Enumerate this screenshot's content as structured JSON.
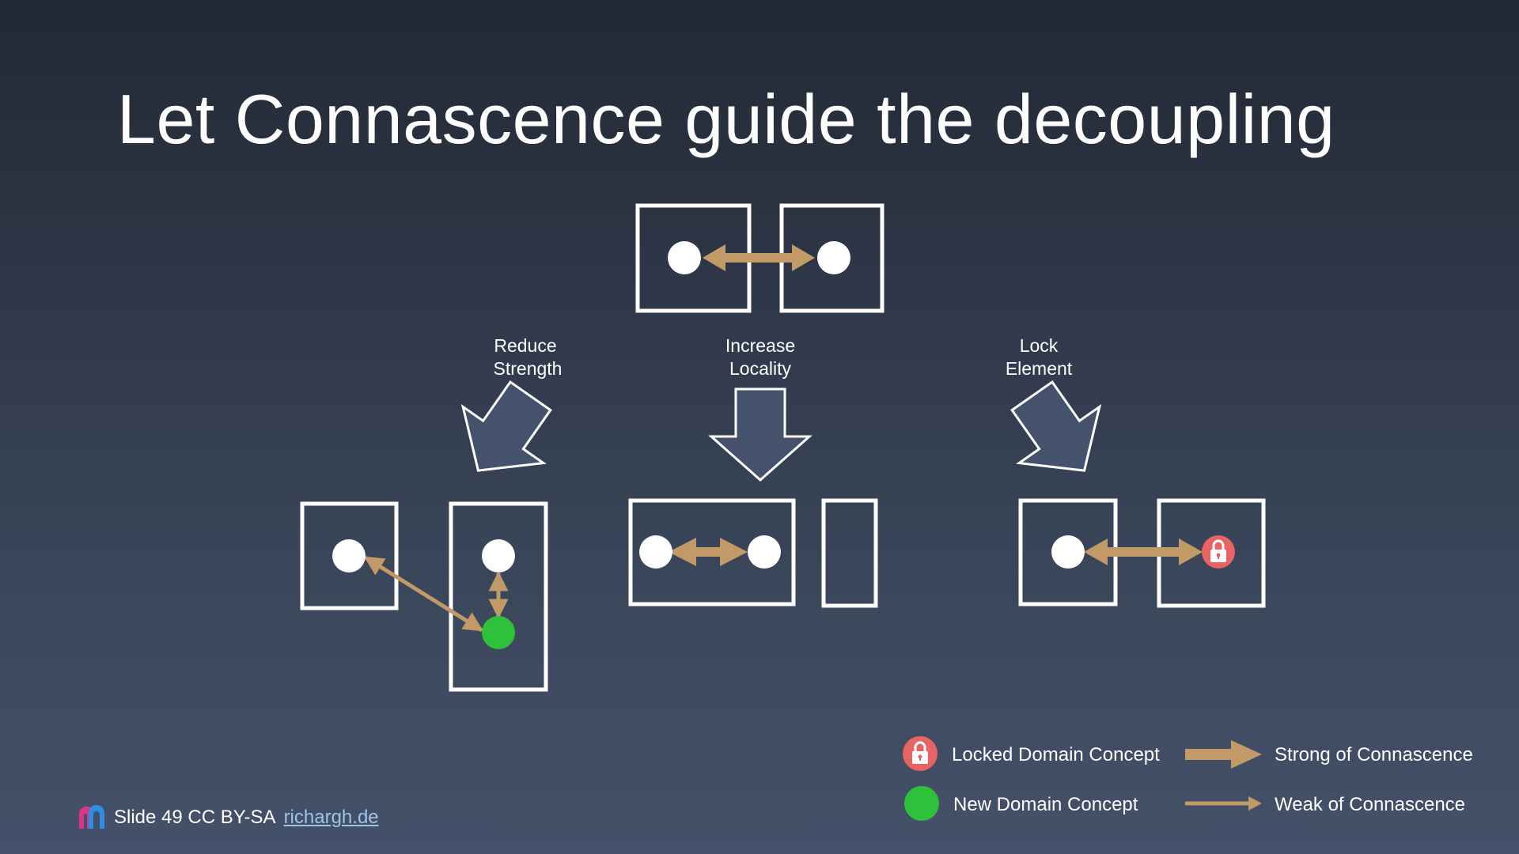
{
  "slide": {
    "title": "Let Connascence guide the decoupling"
  },
  "steps": [
    {
      "line1": "Reduce",
      "line2": "Strength"
    },
    {
      "line1": "Increase",
      "line2": "Locality"
    },
    {
      "line1": "Lock",
      "line2": "Element"
    }
  ],
  "legend": {
    "locked": "Locked Domain Concept",
    "new_concept": "New Domain Concept",
    "strong": "Strong of Connascence",
    "weak": "Weak of Connascence"
  },
  "footer": {
    "slide_text": "Slide 49 CC BY-SA",
    "link_text": "richargh.de"
  },
  "colors": {
    "arrow": "#c19a68",
    "new_concept": "#2ec23a",
    "locked": "#e86464",
    "step_arrow_fill": "#44536b",
    "box_stroke": "#ffffff"
  }
}
